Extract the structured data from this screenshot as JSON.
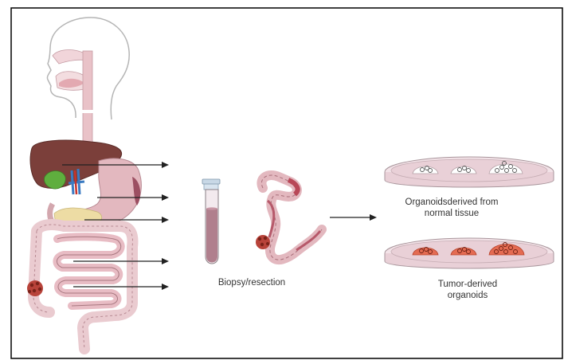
{
  "labels": {
    "biopsy": "Biopsy/resection",
    "normal_line1": "Organoidsderived from",
    "normal_line2": "normal tissue",
    "tumor_line1": "Tumor-derived",
    "tumor_line2": "organoids"
  },
  "colors": {
    "frame": "#000000",
    "head_outline": "#b5b5b5",
    "esophagus": "#e9c2c8",
    "liver": "#7b3f3a",
    "gallbladder": "#5fae3e",
    "stomach": "#e3b8bf",
    "pancreas": "#eddca4",
    "intestine": "#eacbd0",
    "tumor": "#b8433a",
    "tube_fluid": "#b07f8d",
    "dish": "#e9d0d7",
    "normal_organoid": "#ffffff",
    "tumor_organoid": "#e46b52",
    "arrow": "#222222"
  },
  "icons": [
    "human-digestive-system-illustration",
    "test-tube-icon",
    "colon-specimen-icon",
    "petri-dish-icon"
  ]
}
